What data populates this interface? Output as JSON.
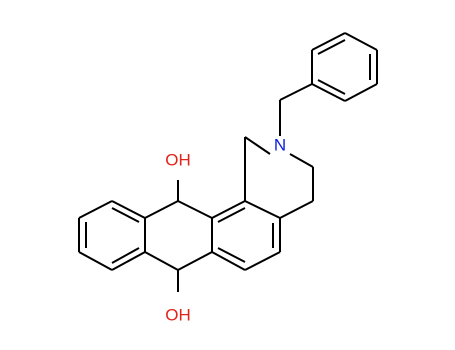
{
  "molecule": {
    "atoms": [
      {
        "id": "N",
        "label": "N",
        "color": "#0a1ee0"
      },
      {
        "id": "O1",
        "label": "OH",
        "color": "#e0241b"
      },
      {
        "id": "O2",
        "label": "OH",
        "color": "#e0241b"
      }
    ],
    "colors": {
      "bond": "#000000",
      "nitrogen": "#0a1ee0",
      "oxygen": "#e0241b"
    }
  }
}
